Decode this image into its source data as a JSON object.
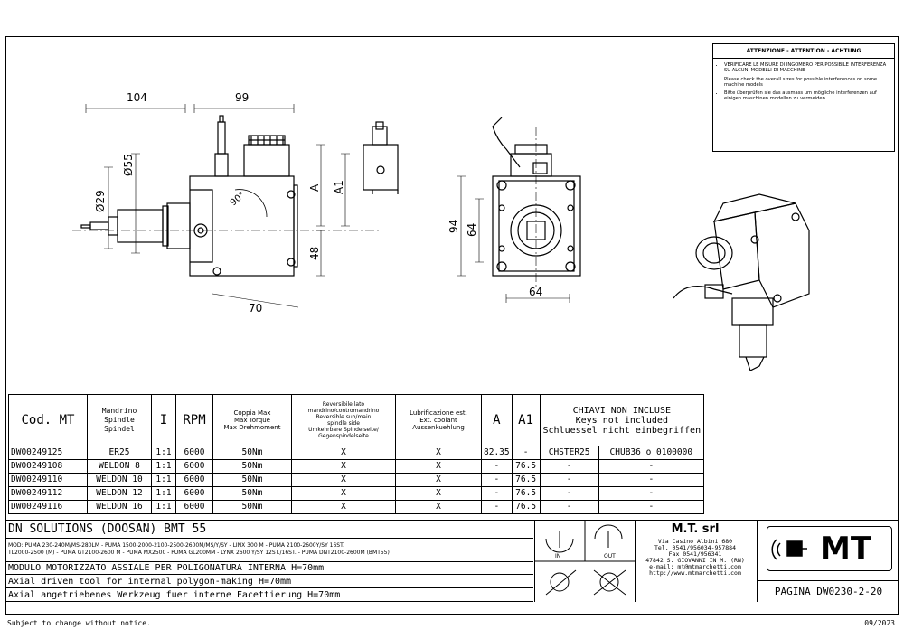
{
  "dims": {
    "d104": "104",
    "d99": "99",
    "d29": "Ø29",
    "d55": "Ø55",
    "dA": "A",
    "dA1": "A1",
    "d48": "48",
    "d70": "70",
    "d90": "90°",
    "d94": "94",
    "d64v": "64",
    "d64h": "64"
  },
  "attention": {
    "title": "ATTENZIONE - ATTENTION - ACHTUNG",
    "notes": [
      "VERIFICARE LE MISURE DI INGOMBRO PER POSSIBILE INTERFERENZA SU ALCUNI MODELLI DI MACCHINE",
      "Please check the overall sizes for possible interferences on some machine models",
      "Bitte überprüfen sie das ausmass um mögliche interferenzen auf einigen maschinen modellen zu vermeiden"
    ]
  },
  "table": {
    "headers": {
      "code": "Cod. MT",
      "spindle": [
        "Mandrino",
        "Spindle",
        "Spindel"
      ],
      "ratio": "I",
      "rpm": "RPM",
      "torque": [
        "Coppia Max",
        "Max Torque",
        "Max Drehmoment"
      ],
      "reversible": [
        "Reversibile lato",
        "mandrino/contromandrino",
        "Reversible sub/main",
        "spindle side",
        "Umkehrbare Spindelseite/",
        "Gegenspindelseite"
      ],
      "coolant": [
        "Lubrificazione est.",
        "Ext. coolant",
        "Aussenkuehlung"
      ],
      "a": "A",
      "a1": "A1",
      "keys": [
        "CHIAVI NON INCLUSE",
        "Keys not included",
        "Schluessel nicht einbegriffen"
      ]
    },
    "rows": [
      {
        "code": "DW00249125",
        "spindle": "ER25",
        "ratio": "1:1",
        "rpm": "6000",
        "torque": "50Nm",
        "rev": "X",
        "cool": "X",
        "a": "82.35",
        "a1": "-",
        "key1": "CHSTER25",
        "key2": "CHUB36 o 0100000"
      },
      {
        "code": "DW00249108",
        "spindle": "WELDON 8",
        "ratio": "1:1",
        "rpm": "6000",
        "torque": "50Nm",
        "rev": "X",
        "cool": "X",
        "a": "-",
        "a1": "76.5",
        "key1": "-",
        "key2": "-"
      },
      {
        "code": "DW00249110",
        "spindle": "WELDON 10",
        "ratio": "1:1",
        "rpm": "6000",
        "torque": "50Nm",
        "rev": "X",
        "cool": "X",
        "a": "-",
        "a1": "76.5",
        "key1": "-",
        "key2": "-"
      },
      {
        "code": "DW00249112",
        "spindle": "WELDON 12",
        "ratio": "1:1",
        "rpm": "6000",
        "torque": "50Nm",
        "rev": "X",
        "cool": "X",
        "a": "-",
        "a1": "76.5",
        "key1": "-",
        "key2": "-"
      },
      {
        "code": "DW00249116",
        "spindle": "WELDON 16",
        "ratio": "1:1",
        "rpm": "6000",
        "torque": "50Nm",
        "rev": "X",
        "cool": "X",
        "a": "-",
        "a1": "76.5",
        "key1": "-",
        "key2": "-"
      }
    ]
  },
  "title_block": {
    "machine": "DN SOLUTIONS (DOOSAN)   BMT 55",
    "models_1": "MOD: PUMA 230-240M/MS-280LM - PUMA 1500-2000-2100-2500-2600M/MS/Y/SY - LINX 300 M - PUMA 2100-2600Y/SY 16ST.",
    "models_2": "TL2000-2500 (M) - PUMA GT2100-2600 M - PUMA MX2500 - PUMA GL200MM - LYNX 2600 Y/SY 12ST./16ST. - PUMA DNT2100-2600M (BMT55)",
    "desc_it": "MODULO MOTORIZZATO ASSIALE PER POLIGONATURA INTERNA H=70mm",
    "desc_en": "Axial driven tool for internal polygon-making H=70mm",
    "desc_de": "Axial angetriebenes Werkzeug fuer interne Facettierung H=70mm",
    "in_label": "IN",
    "out_label": "OUT"
  },
  "company": {
    "name": "M.T. srl",
    "address": "Via Casino Albini 680",
    "tel": "Tel. 0541/956034-957884",
    "fax": "Fax 0541/956341",
    "city": "47842 S. GIOVANNI IN M. (RN)",
    "email": "e-mail: mt@mtmarchetti.com",
    "web": "http://www.mtmarchetti.com",
    "logo_text": "MT",
    "page": "PAGINA DW0230-2-20"
  },
  "footer": {
    "left": "Subject to change without notice.",
    "right": "09/2023"
  }
}
